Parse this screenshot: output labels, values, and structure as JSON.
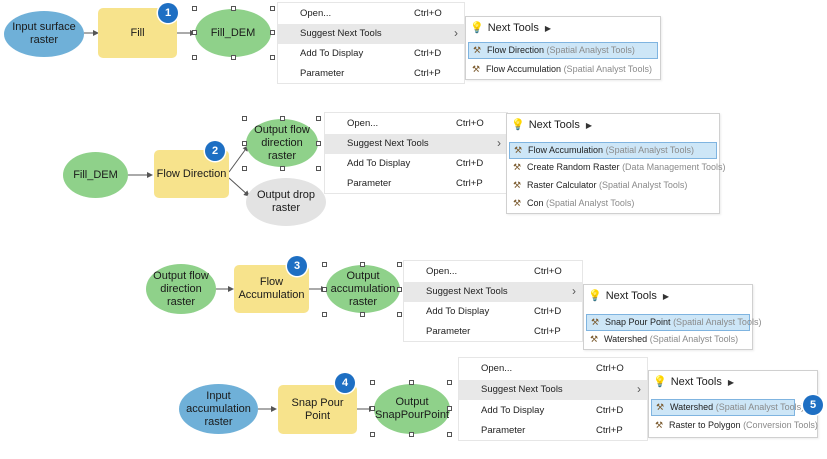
{
  "steps": [
    {
      "badge": "1",
      "input": "Input surface raster",
      "tool": "Fill",
      "outputs": [
        "Fill_DEM"
      ],
      "menu": [
        {
          "label": "Open...",
          "shortcut": "Ctrl+O"
        },
        {
          "label": "Suggest Next Tools",
          "shortcut": "",
          "submenu": true
        },
        {
          "label": "Add To Display",
          "shortcut": "Ctrl+D"
        },
        {
          "label": "Parameter",
          "shortcut": "Ctrl+P"
        }
      ],
      "next_tools": [
        {
          "name": "Flow Direction",
          "source": "(Spatial Analyst Tools)",
          "selected": true
        },
        {
          "name": "Flow Accumulation",
          "source": "(Spatial Analyst Tools)",
          "selected": false
        }
      ]
    },
    {
      "badge": "2",
      "input": "Fill_DEM",
      "tool": "Flow Direction",
      "outputs": [
        "Output flow direction raster",
        "Output drop raster"
      ],
      "menu": [
        {
          "label": "Open...",
          "shortcut": "Ctrl+O"
        },
        {
          "label": "Suggest Next Tools",
          "shortcut": "",
          "submenu": true
        },
        {
          "label": "Add To Display",
          "shortcut": "Ctrl+D"
        },
        {
          "label": "Parameter",
          "shortcut": "Ctrl+P"
        }
      ],
      "next_tools": [
        {
          "name": "Flow Accumulation",
          "source": "(Spatial Analyst Tools)",
          "selected": true
        },
        {
          "name": "Create Random Raster",
          "source": "(Data Management Tools)",
          "selected": false
        },
        {
          "name": "Raster Calculator",
          "source": "(Spatial Analyst Tools)",
          "selected": false
        },
        {
          "name": "Con",
          "source": "(Spatial Analyst Tools)",
          "selected": false
        }
      ]
    },
    {
      "badge": "3",
      "input": "Output flow direction raster",
      "tool": "Flow Accumulation",
      "outputs": [
        "Output accumulation raster"
      ],
      "menu": [
        {
          "label": "Open...",
          "shortcut": "Ctrl+O"
        },
        {
          "label": "Suggest Next Tools",
          "shortcut": "",
          "submenu": true
        },
        {
          "label": "Add To Display",
          "shortcut": "Ctrl+D"
        },
        {
          "label": "Parameter",
          "shortcut": "Ctrl+P"
        }
      ],
      "next_tools": [
        {
          "name": "Snap Pour Point",
          "source": "(Spatial Analyst Tools)",
          "selected": true
        },
        {
          "name": "Watershed",
          "source": "(Spatial Analyst Tools)",
          "selected": false
        }
      ]
    },
    {
      "badge": "4",
      "input": "Input accumulation raster",
      "tool": "Snap Pour Point",
      "outputs": [
        "Output SnapPourPoint"
      ],
      "menu": [
        {
          "label": "Open...",
          "shortcut": "Ctrl+O"
        },
        {
          "label": "Suggest Next Tools",
          "shortcut": "",
          "submenu": true
        },
        {
          "label": "Add To Display",
          "shortcut": "Ctrl+D"
        },
        {
          "label": "Parameter",
          "shortcut": "Ctrl+P"
        }
      ],
      "next_tools": [
        {
          "name": "Watershed",
          "source": "(Spatial Analyst Tools)",
          "selected": true
        },
        {
          "name": "Raster to Polygon",
          "source": "(Conversion Tools)",
          "selected": false
        }
      ]
    }
  ],
  "next_tools_header": "Next Tools",
  "final_badge": "5",
  "colors": {
    "input": "#6fb0d8",
    "output": "#8fd18a",
    "tool": "#f7e38c",
    "badge": "#1e6fc3",
    "selected_row": "#cde6f7"
  },
  "icons": {
    "hammer": "hammer-icon",
    "bulb": "lightbulb-icon",
    "submenu": "chevron-right-icon",
    "header_menu": "triangle-right-icon"
  }
}
